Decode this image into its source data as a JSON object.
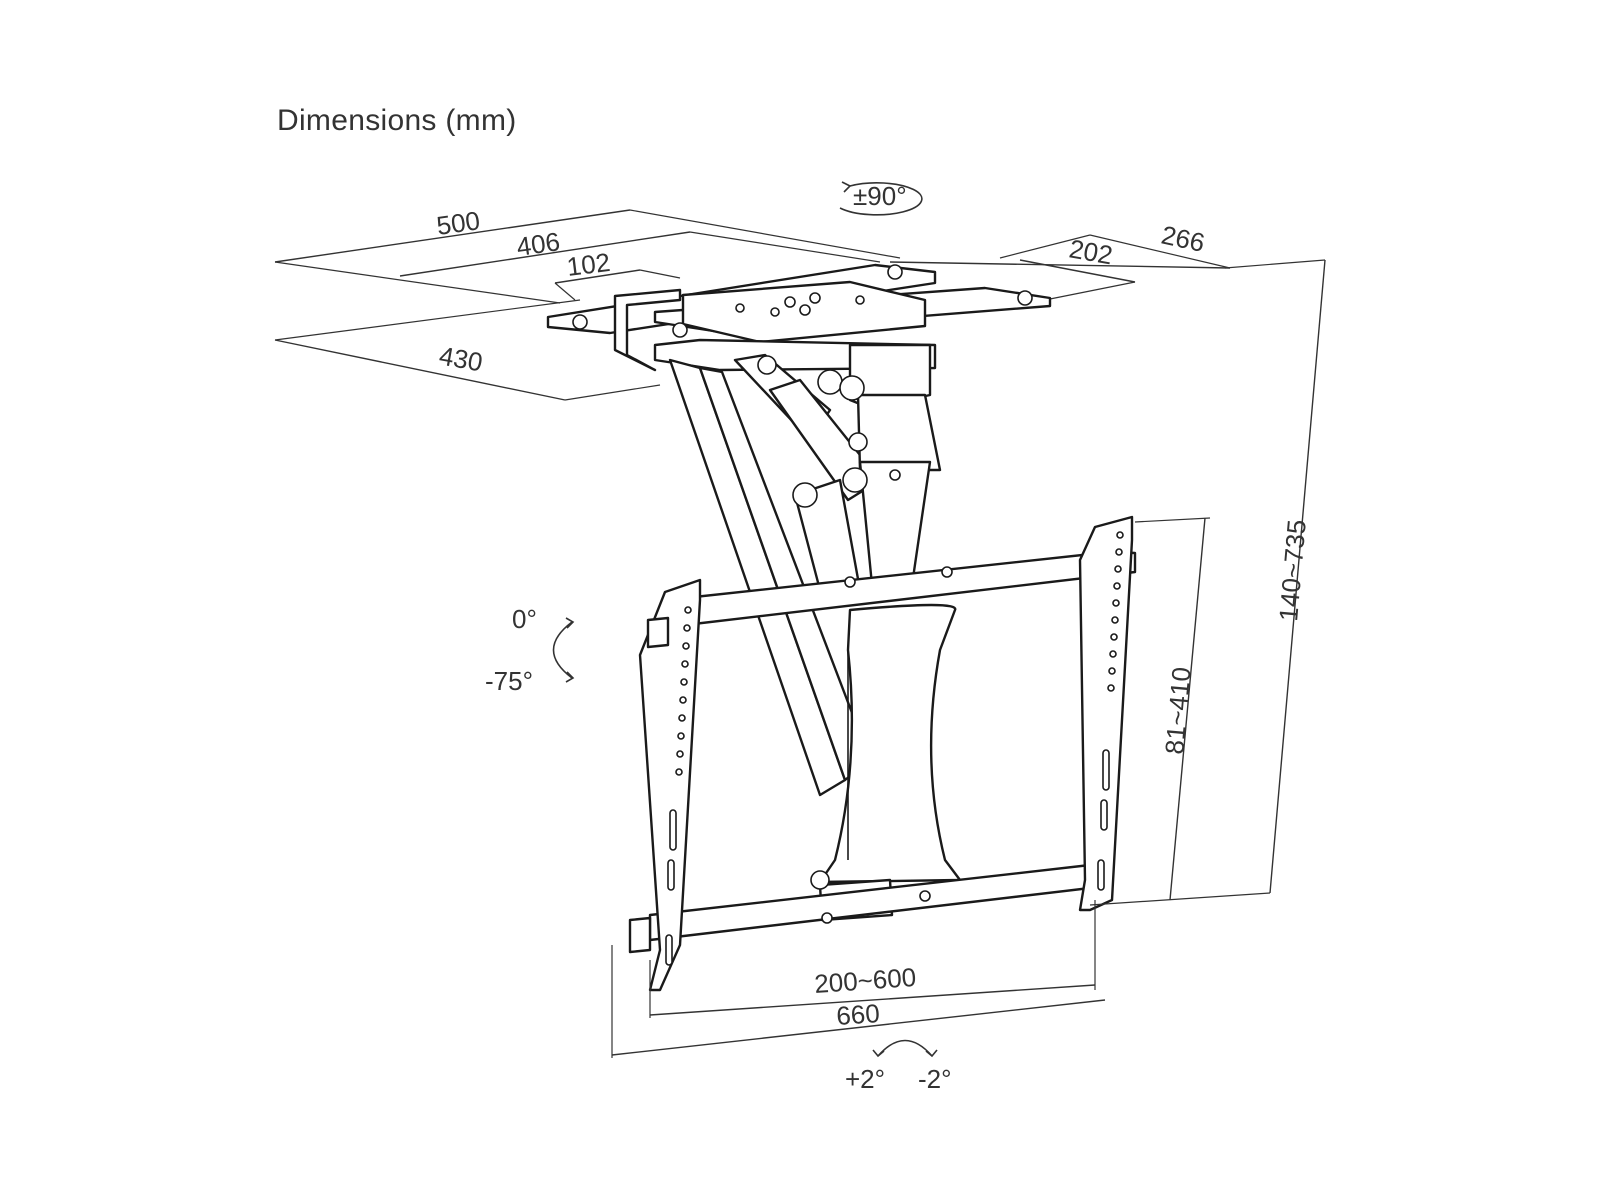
{
  "title": "Dimensions (mm)",
  "labels": {
    "d500": "500",
    "d406": "406",
    "d102": "102",
    "d430": "430",
    "d202": "202",
    "d266": "266",
    "swivel": "±90°",
    "height": "140~735",
    "vesa_v": "81~410",
    "vesa_h": "200~600",
    "width": "660",
    "tilt_top": "0°",
    "tilt_bottom": "-75°",
    "level_left": "+2°",
    "level_right": "-2°"
  },
  "colors": {
    "line": "#1a1a1a",
    "text": "#333333",
    "background": "#ffffff"
  }
}
